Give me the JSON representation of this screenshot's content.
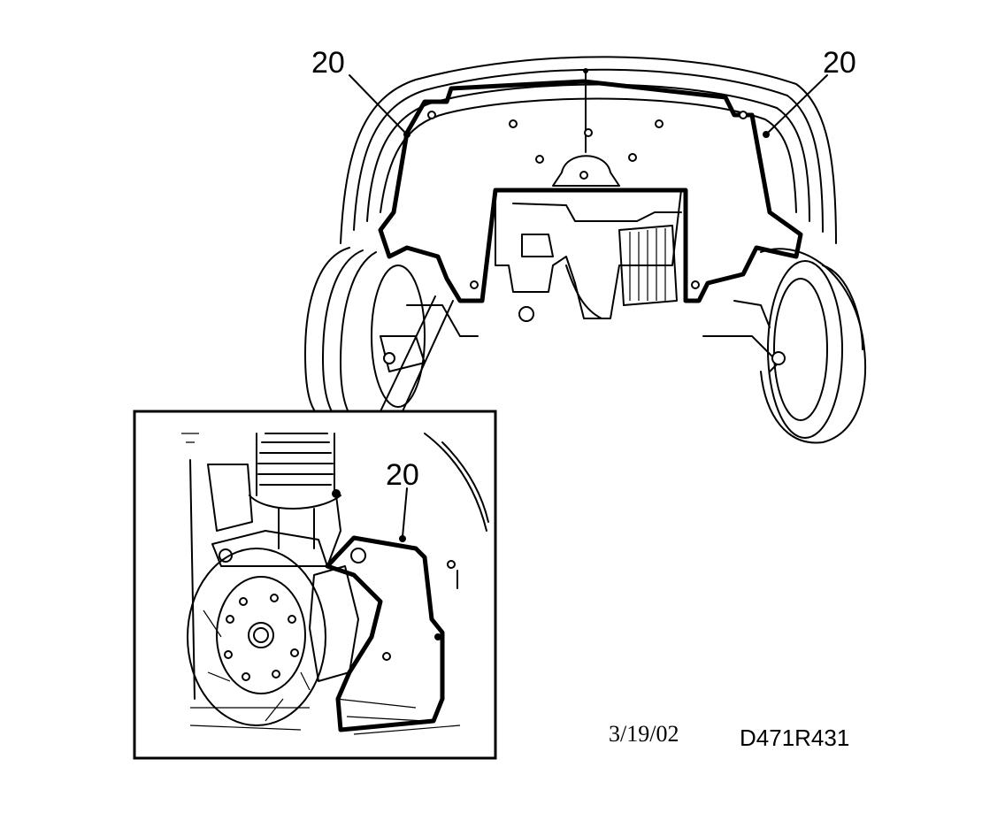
{
  "callouts": {
    "top_left": "20",
    "top_right": "20",
    "inset": "20"
  },
  "footer": {
    "date": "3/19/02",
    "code": "D471R431"
  }
}
